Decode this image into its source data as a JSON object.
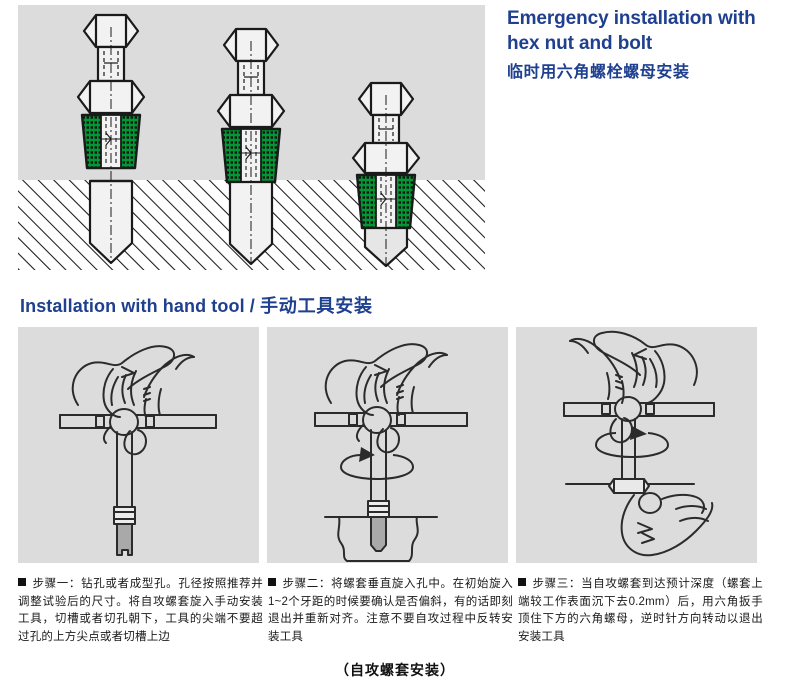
{
  "headings": {
    "emergency_en": "Emergency installation with hex nut and bolt",
    "emergency_cn": "临时用六角螺栓螺母安装",
    "handtool_en": "Installation with hand tool / ",
    "handtool_cn": "手动工具安装"
  },
  "steps": [
    {
      "id": "step-1",
      "text": "步骤一：钻孔或者成型孔。孔径按照推荐并调整试验后的尺寸。将自攻螺套旋入手动安装工具，切槽或者切孔朝下，工具的尖端不要超过孔的上方尖点或者切槽上边"
    },
    {
      "id": "step-2",
      "text": "步骤二：将螺套垂直旋入孔中。在初始旋入1~2个牙距的时候要确认是否偏斜，有的话即刻退出并重新对齐。注意不要自攻过程中反转安装工具"
    },
    {
      "id": "step-3",
      "text": "步骤三：当自攻螺套到达预计深度（螺套上端较工作表面沉下去0.2mm）后，用六角扳手顶住下方的六角螺母，逆时针方向转动以退出安装工具"
    }
  ],
  "bottom_caption": "（自攻螺套安装）",
  "colors": {
    "heading_blue": "#1f3f8f",
    "panel_background": "#dcdcdc",
    "insert_green": "#009933",
    "line_dark": "#1a1a1a",
    "metal_fill": "#f2f2f2",
    "metal_shade": "#b8b8b8"
  },
  "illustrations": {
    "top": {
      "name": "hex-nut-bolt-assembly-sequence",
      "assemblies": 3,
      "description": "Three cross-section views of a self-tapping insert driven by hex bolt and nut into hatched base material"
    },
    "panels": [
      {
        "name": "hand-tool-step-1",
        "description": "Hand holding T-handle tool with insert on tip"
      },
      {
        "name": "hand-tool-step-2",
        "description": "Hand rotating T-handle driving insert into hole, rotation arrow"
      },
      {
        "name": "hand-tool-step-3",
        "description": "Second hand holding hex nut while tool is reversed out, rotation arrow"
      }
    ]
  }
}
